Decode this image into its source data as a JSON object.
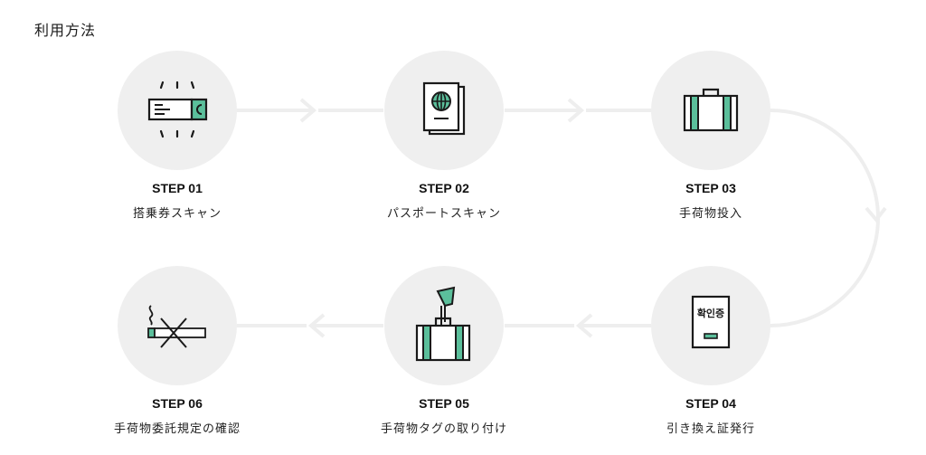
{
  "title": "利用方法",
  "accent_color": "#5bbf9b",
  "steps": [
    {
      "label": "STEP 01",
      "desc": "搭乗券スキャン",
      "icon": "boarding-pass-icon"
    },
    {
      "label": "STEP 02",
      "desc": "パスポートスキャン",
      "icon": "passport-icon"
    },
    {
      "label": "STEP 03",
      "desc": "手荷物投入",
      "icon": "suitcase-icon"
    },
    {
      "label": "STEP 04",
      "desc": "引き換え証発行",
      "icon": "receipt-icon",
      "card_text": "확인증"
    },
    {
      "label": "STEP 05",
      "desc": "手荷物タグの取り付け",
      "icon": "luggage-tag-icon"
    },
    {
      "label": "STEP 06",
      "desc": "手荷物委託規定の確認",
      "icon": "no-smoking-icon"
    }
  ]
}
